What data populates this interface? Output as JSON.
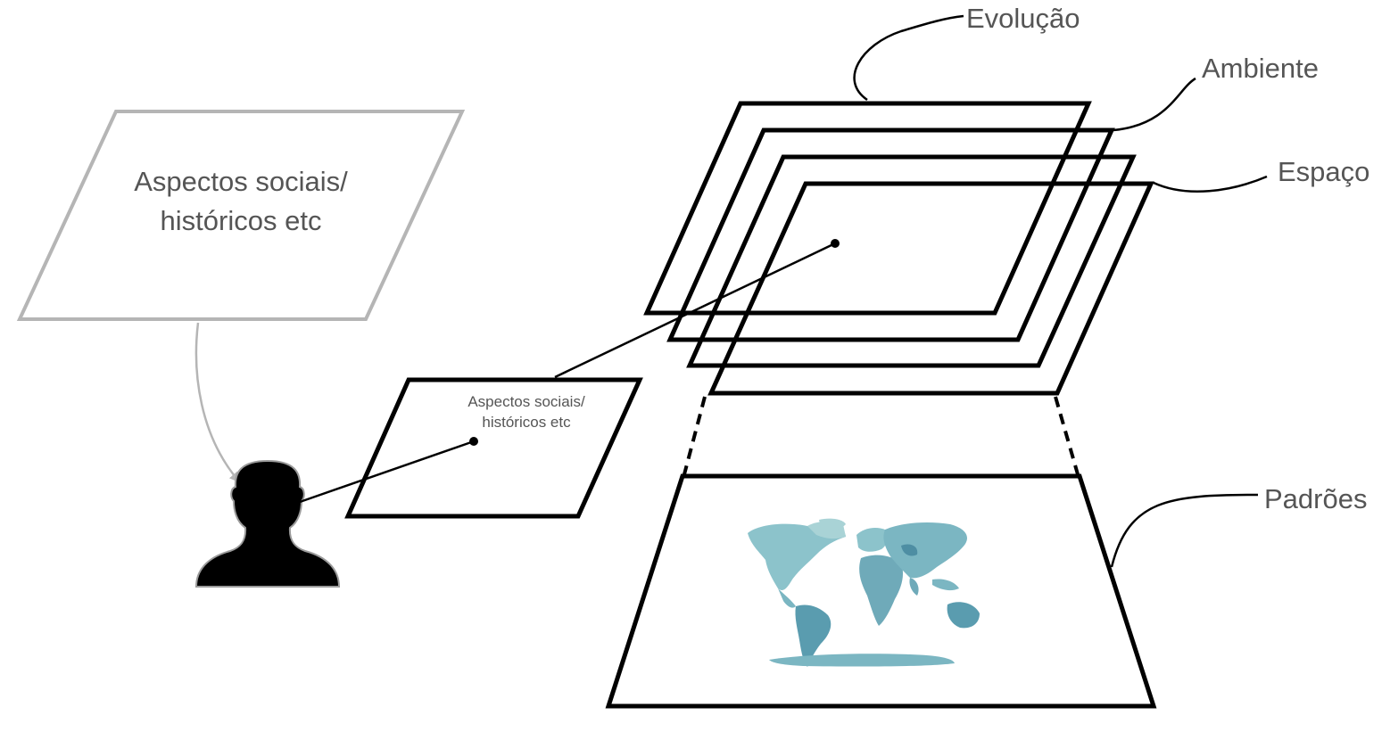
{
  "diagram": {
    "big_frame": {
      "line1": "Aspectos sociais/",
      "line2": "históricos etc"
    },
    "small_frame": {
      "line1": "Aspectos sociais/",
      "line2": "históricos etc"
    },
    "layers": {
      "evolucao": "Evolução",
      "ambiente": "Ambiente",
      "espaco": "Espaço",
      "padroes": "Padrões"
    },
    "colors": {
      "outline": "#000000",
      "grey_frame": "#b5b5b5",
      "label_text": "#555555",
      "map_light": "#a9d3d6",
      "map_mid": "#7bb6c2",
      "map_dark": "#5a9caf"
    }
  }
}
